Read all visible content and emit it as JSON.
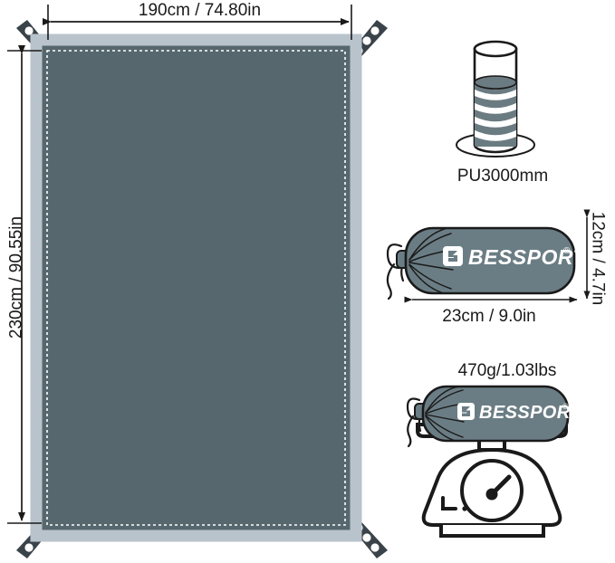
{
  "product": {
    "brand": "BESSPORT",
    "brand_mark": "registered-trademark",
    "type": "camping tarp / footprint specification diagram"
  },
  "tarp": {
    "name": "tarp-sheet",
    "fill_color": "#56686e",
    "border_color": "#b9c3cc",
    "stitch_color": "#ffffff",
    "stake_color": "#3a4349",
    "stake_count": 4,
    "stake_hole_count": 3
  },
  "dimensions": {
    "width": {
      "label": "190cm / 74.80in",
      "value_cm": 190,
      "value_in": 74.8,
      "orientation": "horizontal",
      "position": "top"
    },
    "height": {
      "label": "230cm / 90.55in",
      "value_cm": 230,
      "value_in": 90.55,
      "orientation": "vertical",
      "position": "left"
    }
  },
  "waterproof": {
    "label": "PU3000mm",
    "rating_mm": 3000,
    "icon": "water-column-cylinder-icon",
    "water_color": "#6b7b82",
    "wave_count": 4
  },
  "stuff_sack": {
    "logo_text": "BESSPORT",
    "logo_trademark": "®",
    "bag_color": "#6b7d84",
    "width": {
      "label": "23cm / 9.0in",
      "value_cm": 23,
      "value_in": 9.0
    },
    "height": {
      "label": "12cm / 4.7in",
      "value_cm": 12,
      "value_in": 4.7
    }
  },
  "weight": {
    "label": "470g/1.03lbs",
    "value_g": 470,
    "value_lbs": 1.03,
    "icon": "kitchen-scale-icon",
    "scale_dial_marking": "L."
  },
  "colors": {
    "line": "#1a1a1a",
    "tarp_fill": "#56686e",
    "tarp_border": "#b9c3cc",
    "sack_fill": "#6b7d84",
    "background": "#ffffff"
  }
}
